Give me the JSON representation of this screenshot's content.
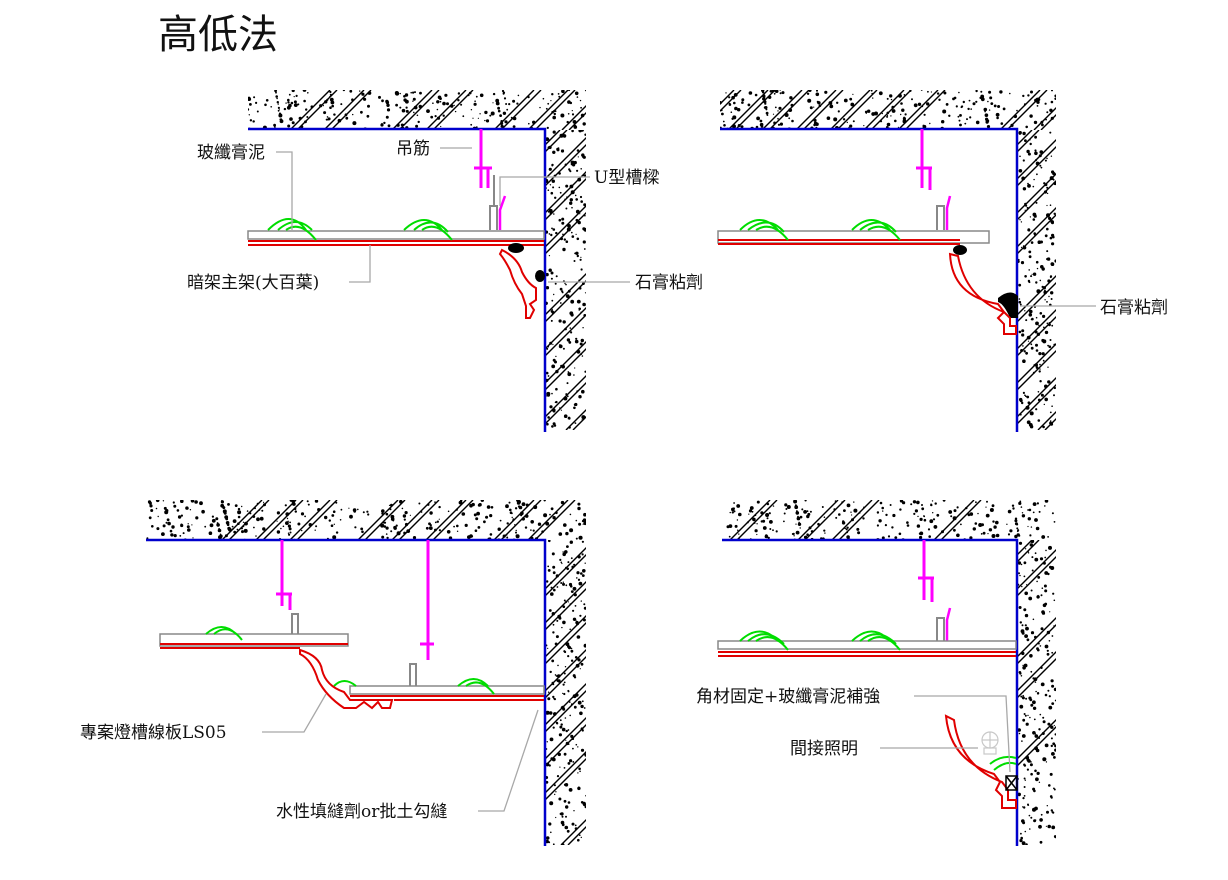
{
  "title": "高低法",
  "panels": [
    {
      "labels": {
        "fiber_plaster": "玻纖膏泥",
        "hanger": "吊筋",
        "u_channel": "U型槽樑",
        "ceiling_frame": "暗架主架(大百葉)",
        "gypsum_adhesive": "石膏粘劑"
      }
    },
    {
      "labels": {
        "gypsum_adhesive": "石膏粘劑"
      }
    },
    {
      "labels": {
        "cove_molding": "專案燈槽線板LS05",
        "sealant": "水性填縫劑or批土勾縫"
      }
    },
    {
      "labels": {
        "angle_fix": "角材固定+玻纖膏泥補強",
        "indirect_lighting": "間接照明"
      }
    }
  ],
  "colors": {
    "wall": "#0000cc",
    "hanger": "#ff00ff",
    "board": "#e00000",
    "frame": "#888888",
    "plaster": "#00dd00",
    "adhesive": "#000000",
    "leader": "#a8a8a8",
    "concrete": "#000000"
  },
  "icons": {
    "lamp": "light-bulb-icon"
  }
}
